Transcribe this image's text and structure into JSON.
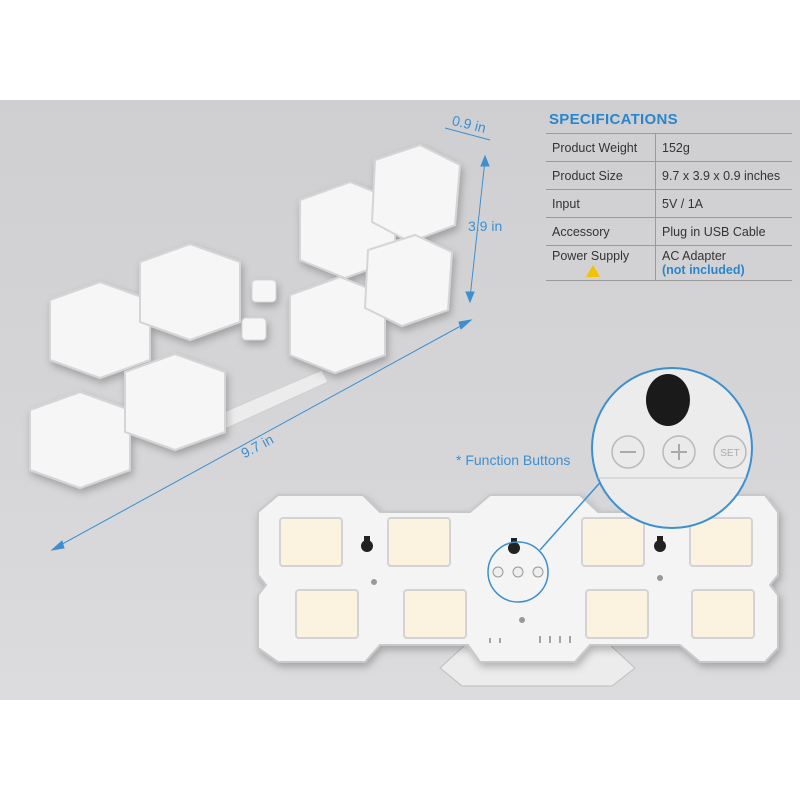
{
  "dimensions": {
    "depth": "0.9 in",
    "height": "3.9 in",
    "width": "9.7 in"
  },
  "specs": {
    "title": "SPECIFICATIONS",
    "rows": [
      {
        "label": "Product Weight",
        "value": "152g"
      },
      {
        "label": "Product Size",
        "value": "9.7 x 3.9 x 0.9 inches"
      },
      {
        "label": "Input",
        "value": "5V / 1A"
      },
      {
        "label": "Accessory",
        "value": "Plug in USB Cable"
      },
      {
        "label": "Power Supply",
        "value": "AC Adapter",
        "note": "(not included)"
      }
    ]
  },
  "callout": {
    "label": "* Function Buttons",
    "button_set": "SET"
  },
  "colors": {
    "accent": "#3d8fd0",
    "title": "#2a86cc",
    "warning": "#f3c300"
  }
}
